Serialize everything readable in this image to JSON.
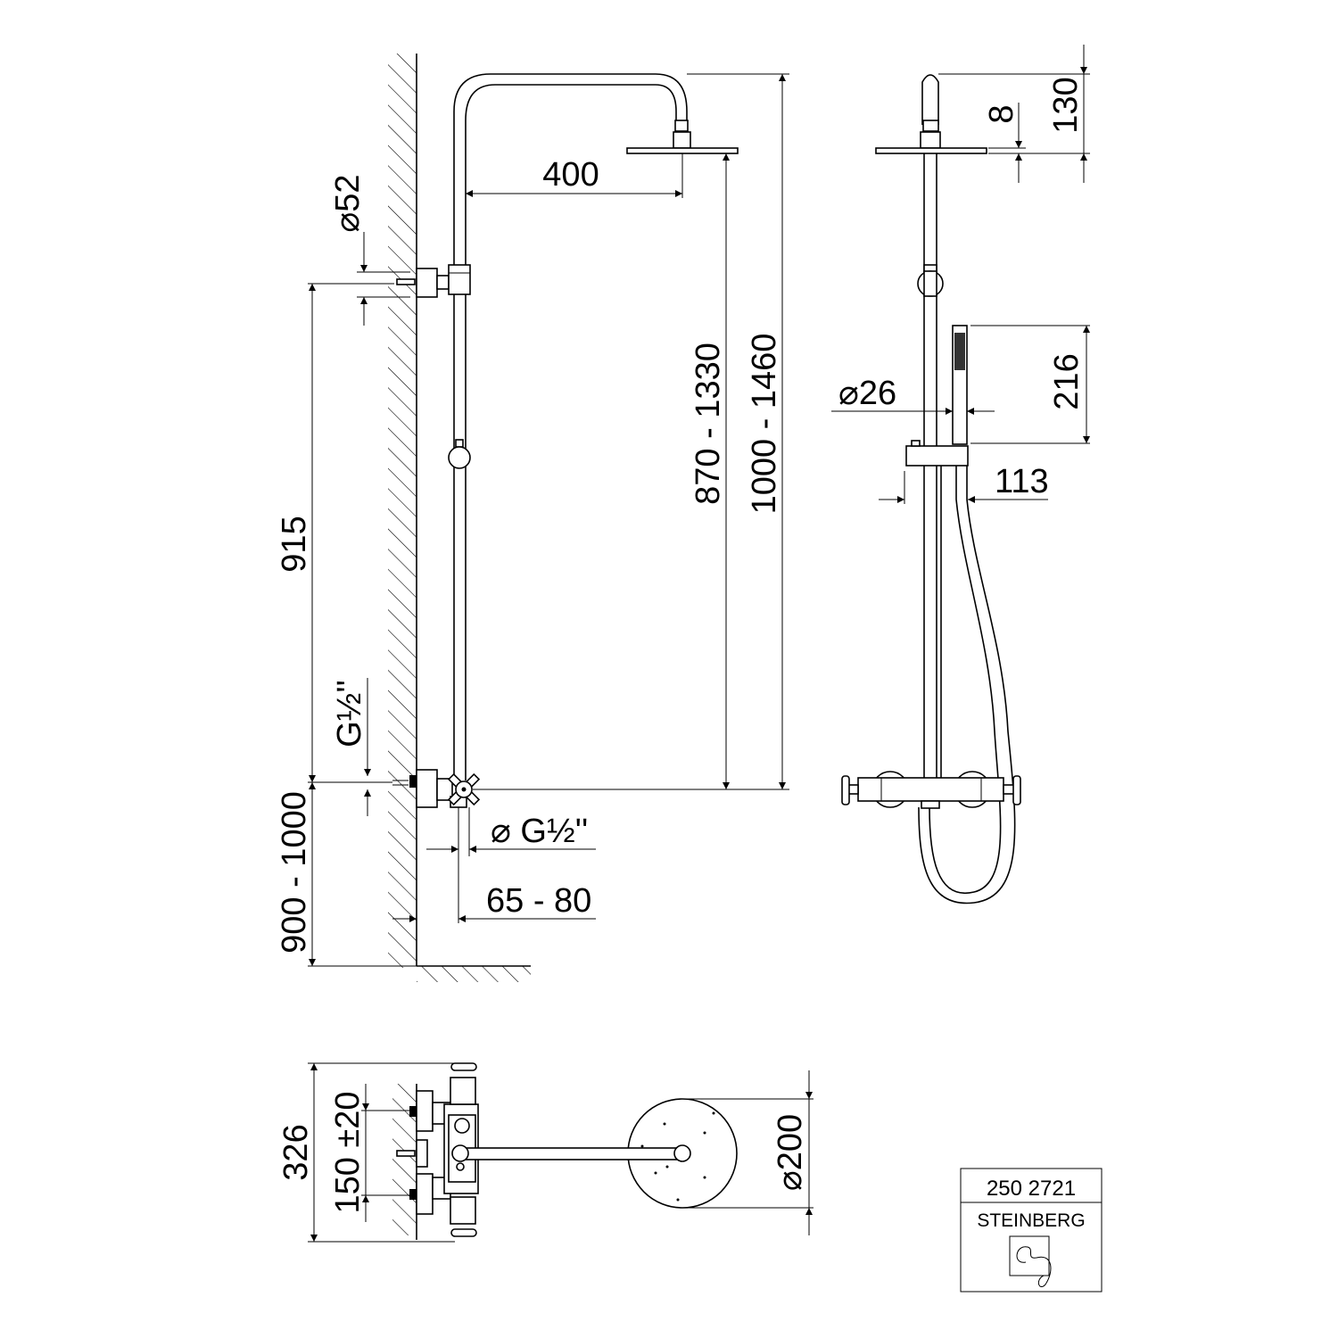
{
  "drawing": {
    "side_view": {
      "dim_arm_length": "400",
      "dim_wall_rosette_diameter": "⌀52",
      "dim_bracket_spacing": "915",
      "dim_inlet_thread": "G½''",
      "dim_outlet_thread": "⌀ G½''",
      "dim_wall_distance": "65 - 80",
      "dim_mixer_height": "900 - 1000",
      "dim_head_height_min_max": "870 - 1330",
      "dim_total_height": "1000 - 1460"
    },
    "front_view": {
      "dim_head_thickness": "8",
      "dim_head_top": "130",
      "dim_hand_shower_length": "216",
      "dim_hand_shower_diameter": "⌀26",
      "dim_slider_width": "113"
    },
    "top_view": {
      "dim_total_width": "326",
      "dim_inlet_spacing": "150 ±20",
      "dim_head_diameter": "⌀200"
    }
  },
  "title_block": {
    "article_number": "250 2721",
    "brand": "STEINBERG"
  },
  "colors": {
    "line": "#000000",
    "background": "#ffffff"
  }
}
